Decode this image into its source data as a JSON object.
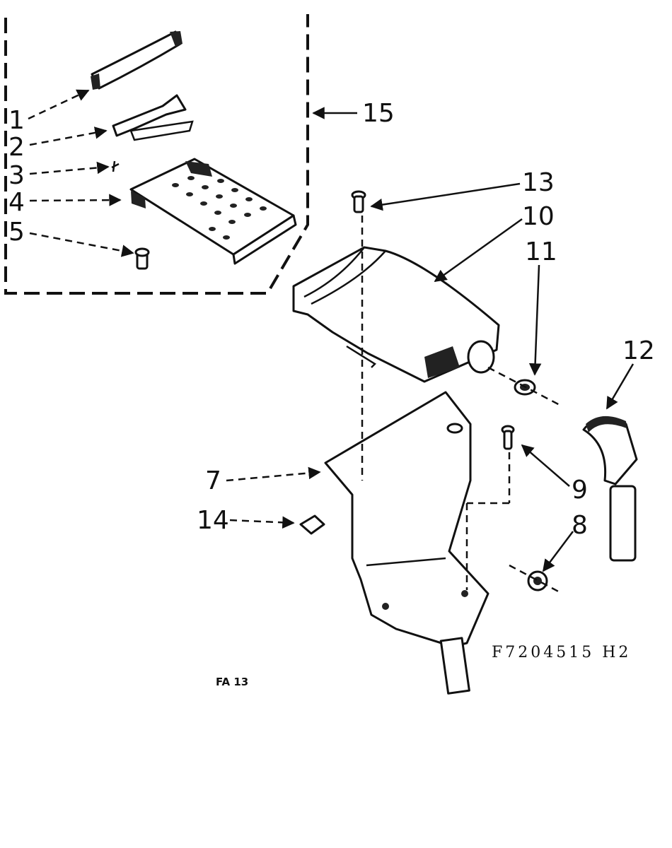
{
  "diagram": {
    "callouts": {
      "c1": "1",
      "c2": "2",
      "c3": "3",
      "c4": "4",
      "c5": "5",
      "c7": "7",
      "c8": "8",
      "c9": "9",
      "c10": "10",
      "c11": "11",
      "c12": "12",
      "c13": "13",
      "c14": "14",
      "c15": "15"
    },
    "figure_code": "F7204515 H2",
    "page_mark": "FA 13"
  }
}
